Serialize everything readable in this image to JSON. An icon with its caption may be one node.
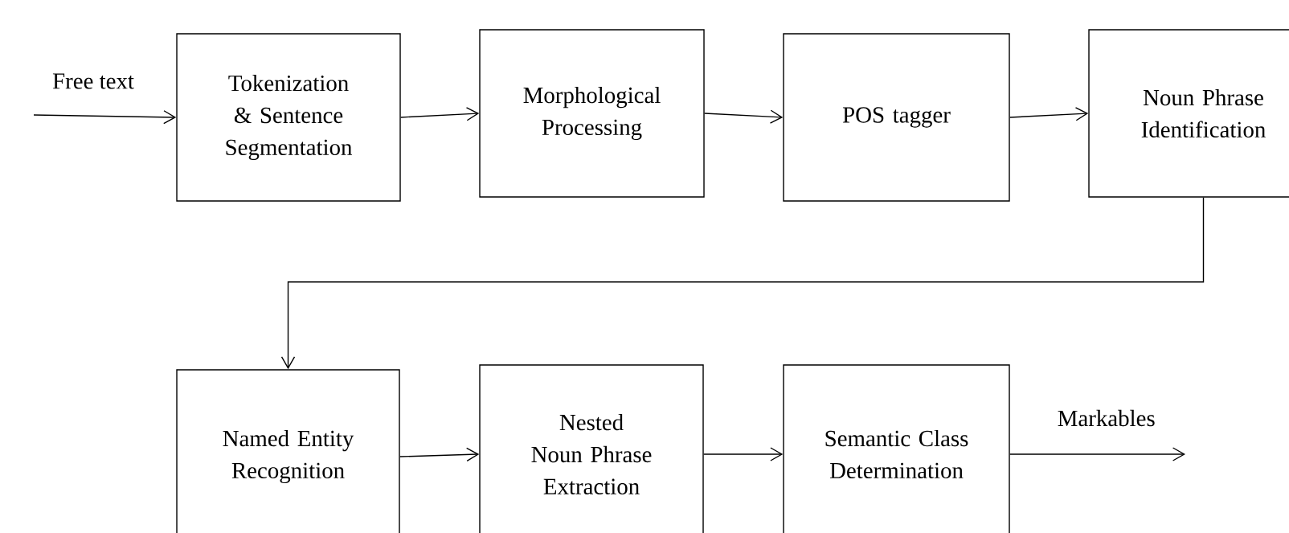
{
  "diagram": {
    "nodes": [
      {
        "text": [
          "Tokenization & Sentence Segmentation"
        ]
      },
      {
        "text": [
          "Morphological Processing"
        ]
      },
      {
        "text": [
          "POS tagger"
        ]
      },
      {
        "text": [
          "Noun Phrase Identification"
        ]
      },
      {
        "text": [
          "Named Entity Recognition"
        ]
      },
      {
        "text": [
          "Nested Noun Phrase Extraction"
        ]
      },
      {
        "text": [
          "Semantic Class Determination"
        ]
      }
    ],
    "edges": [
      {
        "from": null,
        "to": 0,
        "arrow": "to",
        "label": "Free text"
      },
      {
        "from": 0,
        "to": 1,
        "arrow": "to"
      },
      {
        "from": 1,
        "to": 2,
        "arrow": "to"
      },
      {
        "from": 2,
        "to": 3,
        "arrow": "to"
      },
      {
        "from": 3,
        "to": 4,
        "arrow": "to"
      },
      {
        "from": 4,
        "to": 5,
        "arrow": "to"
      },
      {
        "from": 5,
        "to": 6,
        "arrow": "to"
      },
      {
        "from": 6,
        "to": null,
        "arrow": "to",
        "label": "Markables"
      }
    ]
  }
}
